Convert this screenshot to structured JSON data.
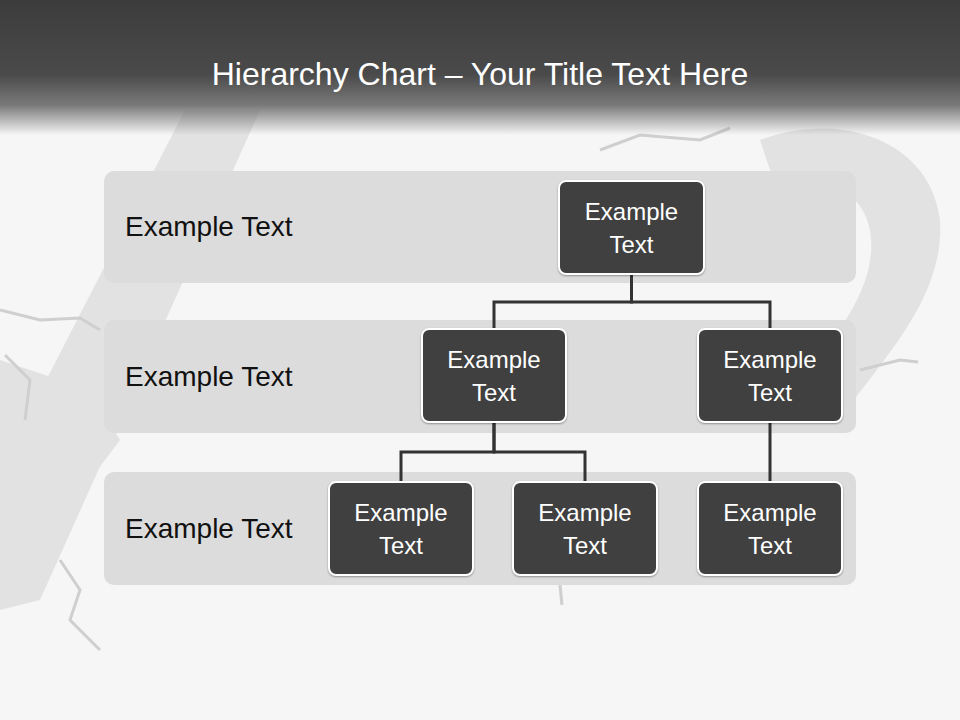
{
  "diagram": {
    "title": "Hierarchy Chart – Your Title Text Here",
    "nodes": [
      {
        "text": [
          "Example Text"
        ]
      },
      {
        "text": [
          "Example Text"
        ],
        "in": 0
      },
      {
        "text": [
          "Example Text"
        ]
      },
      {
        "text": [
          "Example Text"
        ],
        "in": 2
      },
      {
        "text": [
          "Example Text"
        ],
        "in": 2
      },
      {
        "text": [
          "Example Text"
        ]
      },
      {
        "text": [
          "Example Text"
        ],
        "in": 5
      },
      {
        "text": [
          "Example Text"
        ],
        "in": 5
      },
      {
        "text": [
          "Example Text"
        ],
        "in": 5
      }
    ],
    "edges": [
      {
        "from": 1,
        "to": 3,
        "arrow": "none"
      },
      {
        "from": 1,
        "to": 4,
        "arrow": "none"
      },
      {
        "from": 3,
        "to": 6,
        "arrow": "none"
      },
      {
        "from": 3,
        "to": 7,
        "arrow": "none"
      },
      {
        "from": 4,
        "to": 8,
        "arrow": "none"
      }
    ]
  }
}
